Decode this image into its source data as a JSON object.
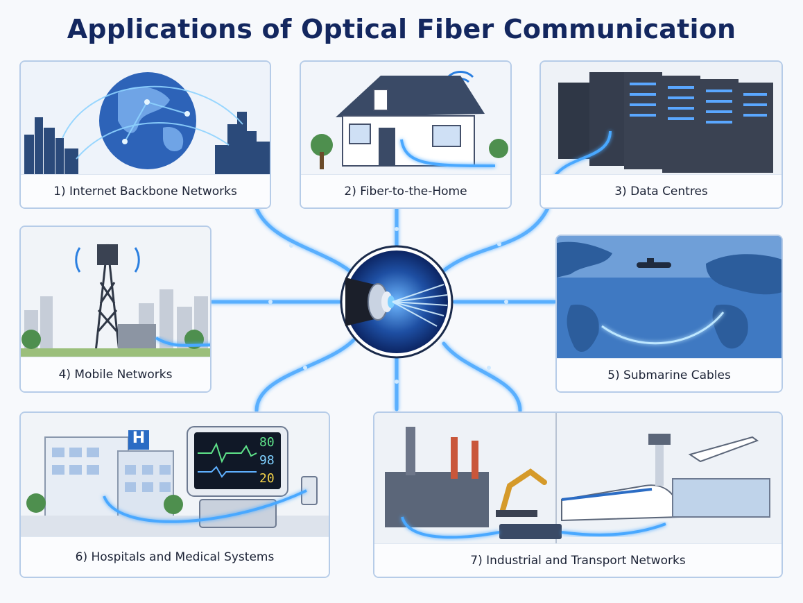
{
  "title": "Applications of Optical Fiber Communication",
  "applications": [
    {
      "id": "1",
      "label": "1) Internet Backbone Networks"
    },
    {
      "id": "2",
      "label": "2) Fiber-to-the-Home"
    },
    {
      "id": "3",
      "label": "3) Data Centres"
    },
    {
      "id": "4",
      "label": "4) Mobile Networks"
    },
    {
      "id": "5",
      "label": "5) Submarine Cables"
    },
    {
      "id": "6",
      "label": "6) Hospitals and Medical Systems"
    },
    {
      "id": "7",
      "label": "7) Industrial and Transport Networks"
    }
  ],
  "monitor_readings": [
    "80",
    "98",
    "20"
  ],
  "hospital_sign": "H",
  "colors": {
    "title": "#13275f",
    "fiber_glow": "#4aa8ff",
    "card_border": "#b6cce8",
    "panel_blue": "#2f6fc0",
    "monitor_green": "#5fe38a",
    "monitor_yellow": "#f2d14a"
  }
}
